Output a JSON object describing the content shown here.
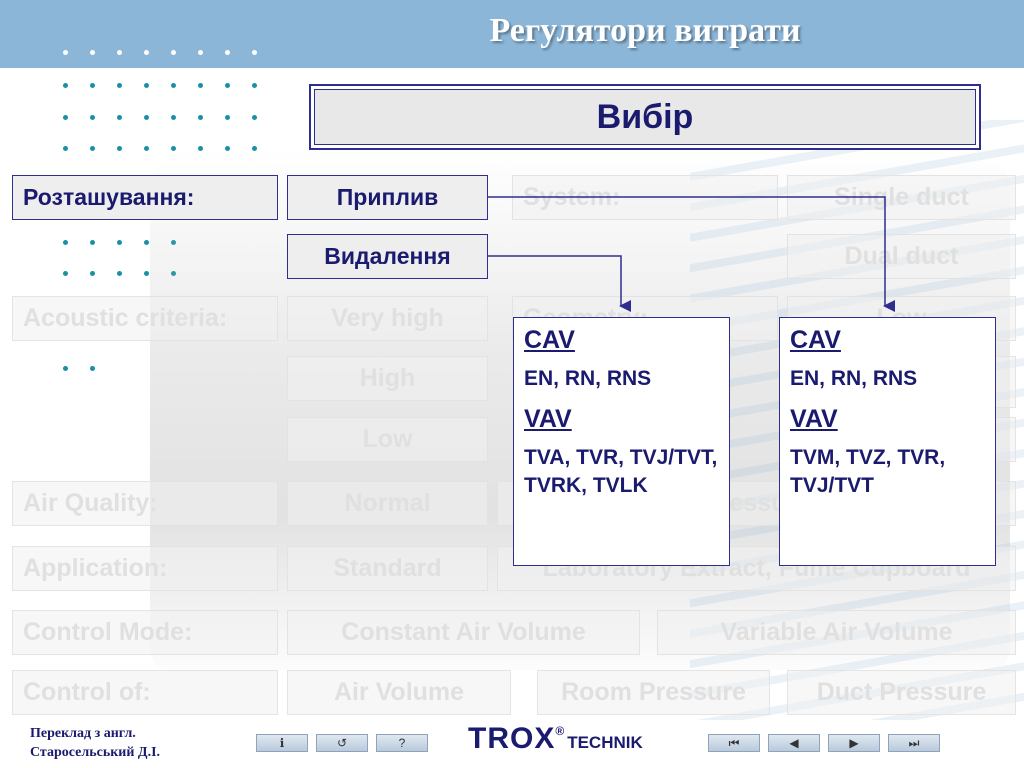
{
  "header": {
    "title": "Регулятори витрати"
  },
  "selection": {
    "title": "Вибір"
  },
  "rows": {
    "location": {
      "label": "Розташування:",
      "options": [
        "Приплив",
        "Видалення"
      ]
    },
    "system": {
      "label": "System:",
      "options": [
        "Single duct",
        "Dual duct"
      ]
    },
    "acoustic": {
      "label": "Acoustic criteria:",
      "options": [
        "Very high",
        "High",
        "Low"
      ]
    },
    "geometry": {
      "label": "Geometry:",
      "option": "Low"
    },
    "air_quality": {
      "label": "Air Quality:",
      "options": [
        "Normal",
        "Pressure"
      ]
    },
    "application": {
      "label": "Application:",
      "options": [
        "Standard",
        "Laboratory Extract, Fume Cupboard"
      ]
    },
    "control_mode": {
      "label": "Control Mode:",
      "options": [
        "Constant Air Volume",
        "Variable Air Volume"
      ]
    },
    "control_of": {
      "label": "Control of:",
      "options": [
        "Air Volume",
        "Room Pressure",
        "Duct Pressure"
      ]
    }
  },
  "results": {
    "left": {
      "cav_title": "CAV",
      "cav_items": "EN, RN, RNS",
      "vav_title": "VAV",
      "vav_items": "TVA, TVR, TVJ/TVT, TVRK, TVLK"
    },
    "right": {
      "cav_title": "CAV",
      "cav_items": "EN, RN, RNS",
      "vav_title": "VAV",
      "vav_items": "TVM, TVZ, TVR, TVJ/TVT"
    }
  },
  "footer": {
    "credit_line1": "Переклад з англ.",
    "credit_line2": "Старосельський Д.І.",
    "nav_left": [
      "info-icon",
      "undo-icon",
      "help-icon"
    ],
    "nav_left_glyphs": [
      "ℹ",
      "↺",
      "?"
    ],
    "nav_right": [
      "first-icon",
      "prev-icon",
      "next-icon",
      "last-icon"
    ],
    "nav_right_glyphs": [
      "⏮",
      "◀",
      "▶",
      "⏭"
    ],
    "logo_main": "TROX",
    "logo_reg": "®",
    "logo_sub": "TECHNIK"
  },
  "colors": {
    "header": "#8cb6d8",
    "accent": "#1a1a6e",
    "dots": "#1a8fa8",
    "border": "#2e2e8f"
  }
}
